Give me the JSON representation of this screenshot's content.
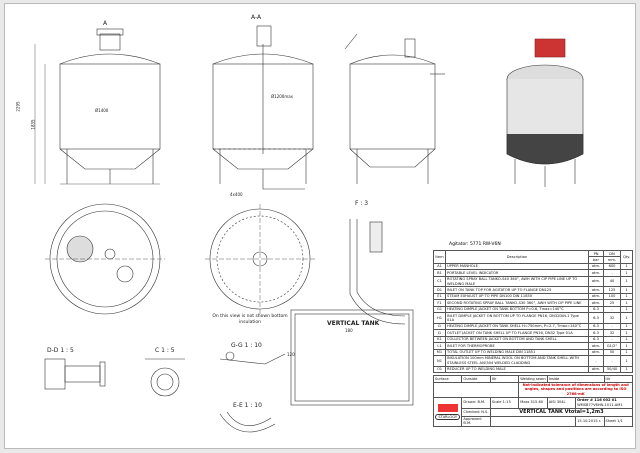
{
  "views": {
    "view_a": "A",
    "section": "A-A",
    "view_f": "F : 3",
    "section_g": "G-G 1 : 10",
    "section_c": "C 1 : 5",
    "section_d": "D-D 1 : 5",
    "section_e": "E-E 1 : 10",
    "bottom_note": "On this view is not shown bottom insulation",
    "dims": {
      "h1": "2295",
      "h2": "1835",
      "dia1": "Ø1400",
      "dia2": "Ø1200max",
      "w": "4x400",
      "dim180": "180",
      "dim120": "120"
    }
  },
  "agitator": "Agitator: 5771 RW-V6N",
  "parts": {
    "headers": [
      "Item",
      "Description",
      "PN",
      "DN",
      "Qty."
    ],
    "subheaders": [
      "bar",
      "mm."
    ],
    "rows": [
      [
        "A1",
        "UPPER MANHOLE",
        "atm.",
        "600",
        "1"
      ],
      [
        "B1",
        "PORTABLE LEVEL INDICATOR",
        "atm.",
        "-",
        "1"
      ],
      [
        "C1",
        "ROTATING SPRAY BALL TANKO-S40 360°, AWH WITH CIP PIPE LINE UP TO WELDING MALE",
        "atm.",
        "40",
        "1"
      ],
      [
        "D1",
        "INLET ON TANK TOP FOR AGITATOR UP TO FLANGE DN125",
        "atm.",
        "125",
        "1"
      ],
      [
        "E1",
        "STEAM EXHAUST UP TO PIPE DN100 DIN 11850",
        "atm.",
        "100",
        "1"
      ],
      [
        "F1",
        "SECOND ROTATING SPRAY BALL TANKO-S30 360°, AWH WITH CIP PIPE LINE",
        "atm.",
        "25",
        "1"
      ],
      [
        "G1",
        "HEATING DIMPLE JACKET ON TANK BOTTOM P=0.6, Tmax=140°C",
        "6.3",
        "-",
        "1"
      ],
      [
        "H1",
        "INLET DIMPLE JACKET ON BOTTOM UP TO FLANGE PN16, DN32DIN-1 Type 01A",
        "6.3",
        "32",
        "1"
      ],
      [
        "I1",
        "HEATING DIMPLE JACKET ON TANK SHELL H=750mm, P=2.7, Tmax=140°C",
        "6.3",
        "-",
        "1"
      ],
      [
        "J1",
        "OUTLET JACKET ON TANK SHELL UP TO FLANGE PN16, DN32 Type 01A",
        "6.3",
        "32",
        "1"
      ],
      [
        "K1",
        "COLLECTOR BETWEEN JACKET ON BOTTOM AND TANK SHELL",
        "6.3",
        "-",
        "1"
      ],
      [
        "L1",
        "INLET FOR THERMOPROBE",
        "atm.",
        "G1/2\"",
        "1"
      ],
      [
        "M1",
        "TOTAL OUTLET UP TO WELDING MALE DIN 11851",
        "atm.",
        "50",
        "1"
      ],
      [
        "N1",
        "INSULATION 100mm MINERAL WOOL ON BOTTOM AND TANK SHELL WITH STAINLESS STEEL AISI304 WELDED CLADDING",
        "-",
        "-",
        "1"
      ],
      [
        "O1",
        "REDUCER UP TO WELDING MALE",
        "atm.",
        "50/40",
        "1"
      ]
    ]
  },
  "title_block": {
    "surface": "Surface",
    "outside": "Outside",
    "inside": "Inside",
    "outside_val": "IIIr",
    "inside_val": "IIIr",
    "welding": "Welding seam",
    "note": "Not-indicated tolerance of dimensions of length and angles, shapes and positions are according to ISO 2768-mK",
    "drawn_label": "Drawn",
    "drawn": "B.M.",
    "checked_label": "Checked",
    "checked": "N.S.",
    "approved_label": "Approved",
    "approved": "B.M.",
    "scale_label": "Scale",
    "scale": "1:15",
    "mass_label": "Mass",
    "mass": "515.60",
    "material": "AISI 304L",
    "order": "Order # 116 002 01",
    "drawing_no": "WMSB77V6HN-1011.AM1",
    "title": "VERTICAL TANK Vtotal=1,2m3",
    "date": "15.10.2015 r.",
    "sheet_label": "Sheet",
    "sheet": "1/1",
    "logo": "STARLOGY"
  },
  "nameplate": {
    "title": "VERTICAL TANK"
  }
}
